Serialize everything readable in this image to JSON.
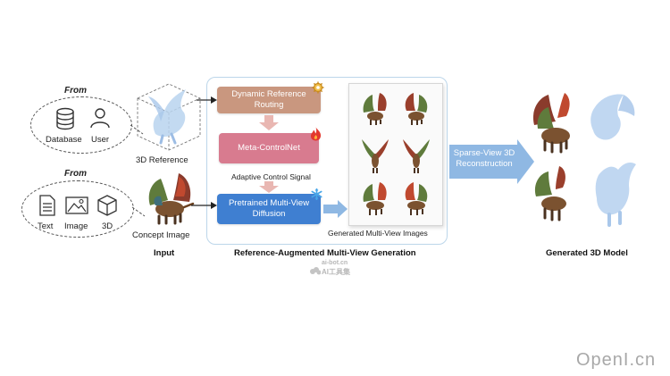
{
  "input": {
    "from_label_top": "From",
    "top_items": [
      "Database",
      "User"
    ],
    "from_label_bottom": "From",
    "bottom_items": [
      "Text",
      "Image",
      "3D"
    ],
    "reference_label": "3D Reference",
    "concept_label": "Concept Image",
    "caption": "Input"
  },
  "generation": {
    "box_routing": "Dynamic Reference Routing",
    "box_controlnet": "Meta-ControlNet",
    "signal_label": "Adaptive Control Signal",
    "box_diffusion": "Pretrained Multi-View Diffusion",
    "views_label": "Generated Multi-View Images",
    "caption": "Reference-Augmented Multi-View Generation"
  },
  "reconstruction": {
    "arrow_label": "Sparse-View 3D Reconstruction"
  },
  "output": {
    "caption": "Generated 3D Model"
  },
  "watermarks": {
    "small_url": "ai-bot.cn",
    "small_name": "AI工具集",
    "site": "OpenI.cn"
  },
  "colors": {
    "routing": "#c9977f",
    "controlnet": "#d87b8f",
    "diffusion": "#3f7fd1",
    "arrow_blue": "#8fb8e3",
    "panel_border": "#bcd6ea"
  },
  "icons": [
    "database-icon",
    "user-icon",
    "text-doc-icon",
    "image-icon",
    "cube-icon",
    "gear-icon",
    "flame-icon",
    "snowflake-icon"
  ]
}
